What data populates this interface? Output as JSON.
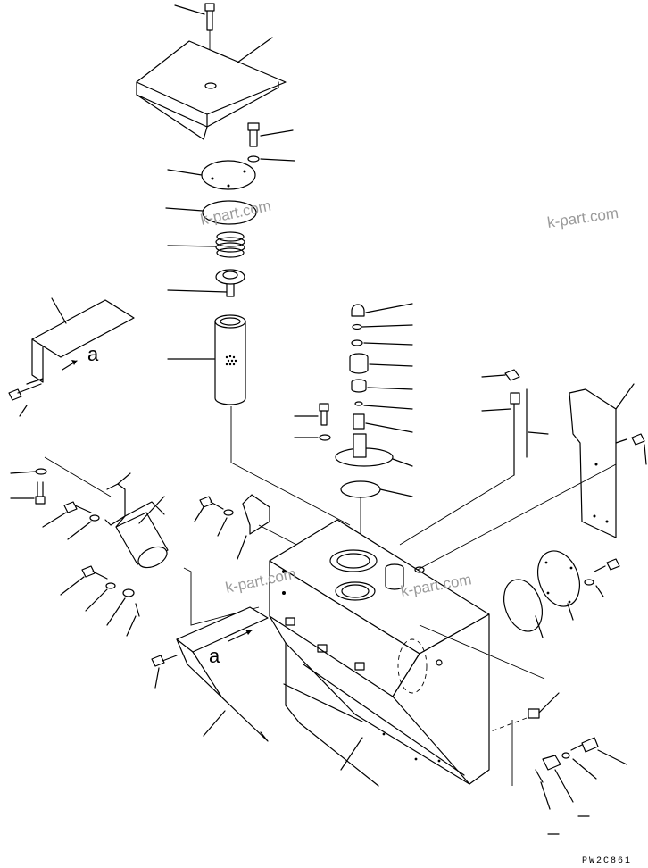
{
  "watermarks": [
    "k-part.com",
    "k-part.com",
    "k-part.com",
    "k-part.com"
  ],
  "view_markers": [
    "a",
    "a"
  ],
  "drawing_code": "PW2C861"
}
